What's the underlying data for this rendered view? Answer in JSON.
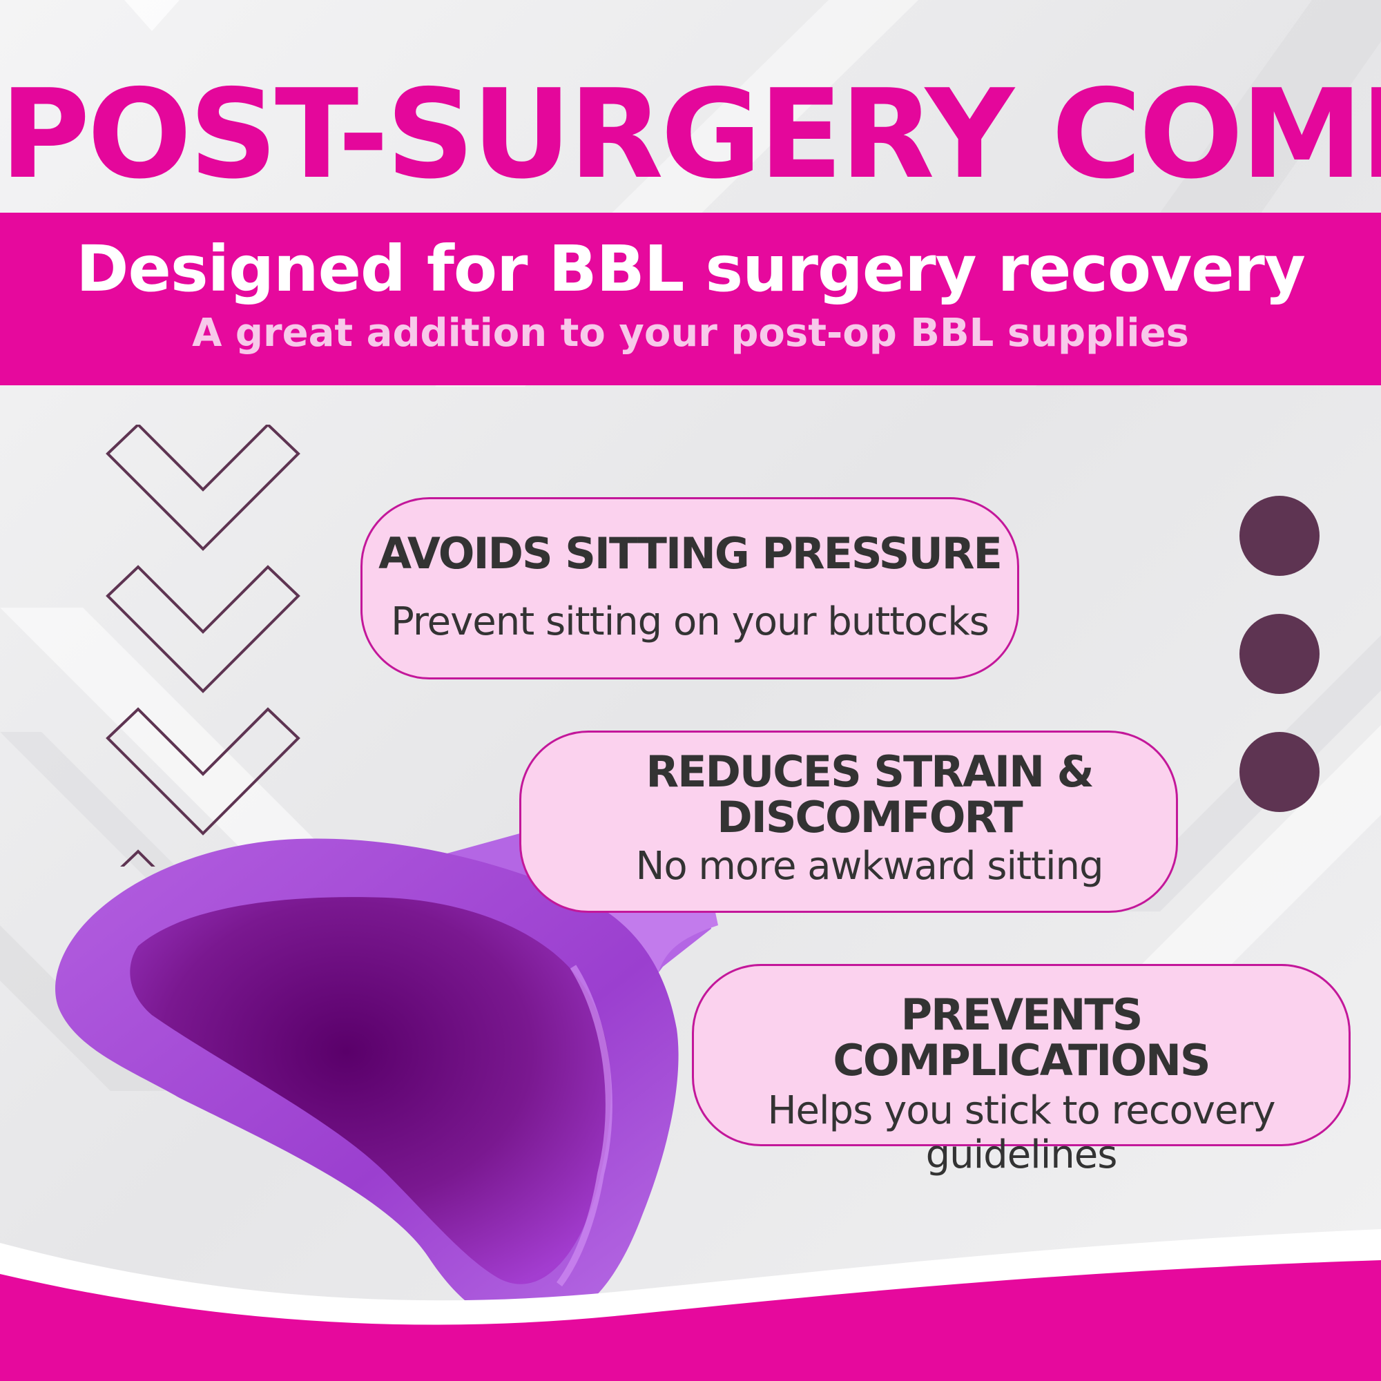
{
  "headline": "POST-SURGERY COMFORT",
  "band": {
    "title": "Designed for BBL surgery recovery",
    "subtitle": "A great addition to your post-op BBL supplies"
  },
  "features": [
    {
      "title": "AVOIDS SITTING PRESSURE",
      "text": "Prevent sitting on your buttocks"
    },
    {
      "title": "REDUCES STRAIN & DISCOMFORT",
      "text": "No more awkward sitting"
    },
    {
      "title": "PREVENTS COMPLICATIONS",
      "text": "Helps you stick to recovery guidelines"
    }
  ],
  "icons": {
    "checkmark": "check-icon",
    "bullet": "dot-icon",
    "product": "urination-funnel-image"
  },
  "colors": {
    "accent": "#e6099d",
    "pill_fill": "#fbd2ee",
    "pill_border": "#c3179a",
    "dark": "#5e3452",
    "text": "#333333",
    "product": "#a046d6"
  }
}
